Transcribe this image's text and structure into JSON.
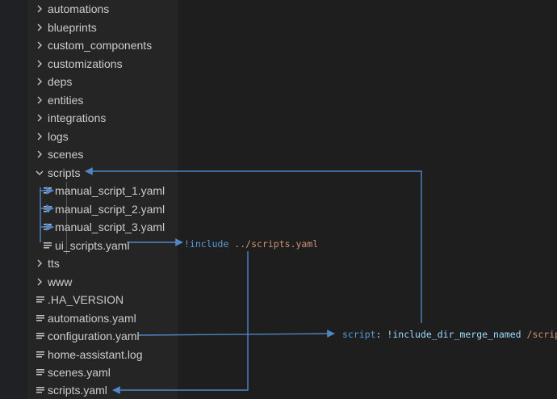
{
  "explorer": {
    "items": [
      {
        "label": "automations",
        "kind": "folder",
        "expanded": false
      },
      {
        "label": "blueprints",
        "kind": "folder",
        "expanded": false
      },
      {
        "label": "custom_components",
        "kind": "folder",
        "expanded": false
      },
      {
        "label": "customizations",
        "kind": "folder",
        "expanded": false
      },
      {
        "label": "deps",
        "kind": "folder",
        "expanded": false
      },
      {
        "label": "entities",
        "kind": "folder",
        "expanded": false
      },
      {
        "label": "integrations",
        "kind": "folder",
        "expanded": false
      },
      {
        "label": "logs",
        "kind": "folder",
        "expanded": false
      },
      {
        "label": "scenes",
        "kind": "folder",
        "expanded": false
      },
      {
        "label": "scripts",
        "kind": "folder",
        "expanded": true
      },
      {
        "label": "manual_script_1.yaml",
        "kind": "file"
      },
      {
        "label": "manual_script_2.yaml",
        "kind": "file"
      },
      {
        "label": "manual_script_3.yaml",
        "kind": "file"
      },
      {
        "label": "ui_scripts.yaml",
        "kind": "file"
      },
      {
        "label": "tts",
        "kind": "folder",
        "expanded": false
      },
      {
        "label": "www",
        "kind": "folder",
        "expanded": false
      },
      {
        "label": ".HA_VERSION",
        "kind": "file"
      },
      {
        "label": "automations.yaml",
        "kind": "file"
      },
      {
        "label": "configuration.yaml",
        "kind": "file"
      },
      {
        "label": "home-assistant.log",
        "kind": "file"
      },
      {
        "label": "scenes.yaml",
        "kind": "file"
      },
      {
        "label": "scripts.yaml",
        "kind": "file"
      }
    ]
  },
  "annotations": {
    "include": {
      "keyword": "!include",
      "path": "../scripts.yaml"
    },
    "merge": {
      "key": "script",
      "colon": ":",
      "keyword": "!include_dir_merge_named",
      "path": "/scripts"
    }
  },
  "colors": {
    "arrow": "#4f86c6",
    "tree_text": "#cccccc",
    "yaml_key": "#569cd6",
    "yaml_tag": "#9cdcfe",
    "yaml_string": "#ce9178"
  },
  "icons": {
    "collapsed": "chevron-right-icon",
    "expanded": "chevron-down-icon",
    "file": "file-lines-icon"
  }
}
